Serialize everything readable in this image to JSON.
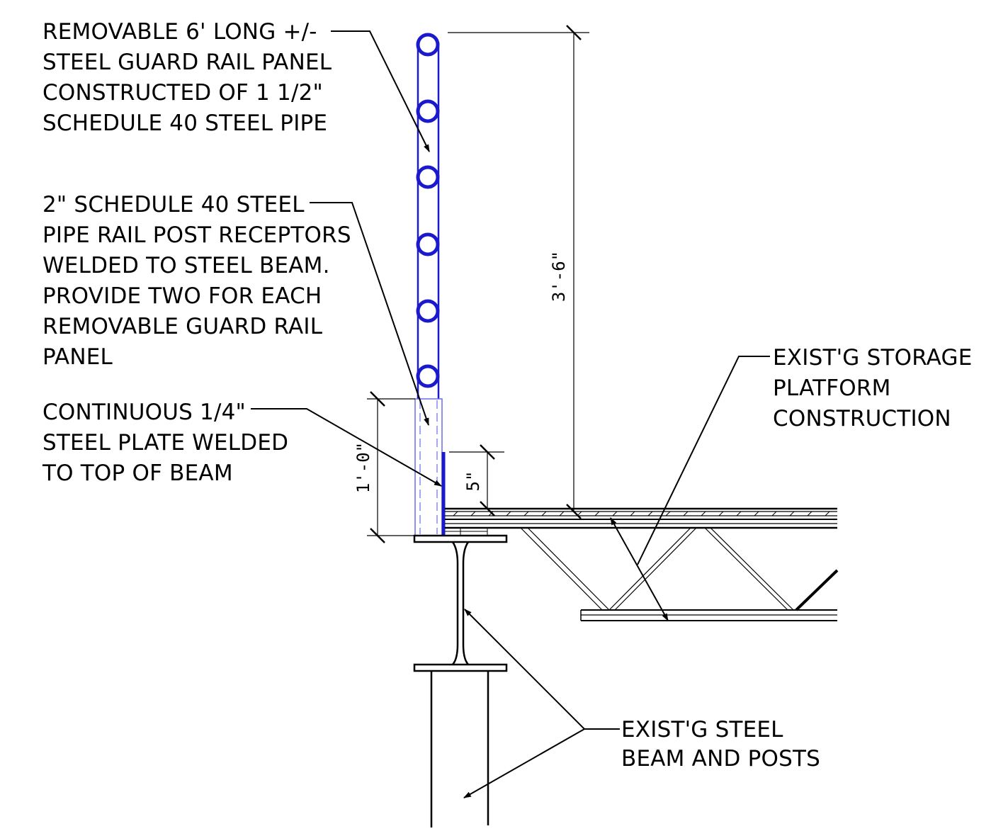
{
  "notes": {
    "guard_rail": [
      "REMOVABLE 6' LONG +/-",
      "STEEL GUARD RAIL PANEL",
      "CONSTRUCTED OF 1 1/2\"",
      "SCHEDULE 40 STEEL PIPE"
    ],
    "post_receptors": [
      "2\" SCHEDULE 40 STEEL",
      "PIPE RAIL POST RECEPTORS",
      "WELDED TO STEEL BEAM.",
      "PROVIDE TWO FOR EACH",
      "REMOVABLE GUARD RAIL",
      "PANEL"
    ],
    "steel_plate": [
      "CONTINUOUS 1/4\"",
      "STEEL PLATE WELDED",
      "TO TOP OF BEAM"
    ],
    "platform": [
      "EXIST'G STORAGE",
      "PLATFORM",
      "CONSTRUCTION"
    ],
    "beam_posts": [
      "EXIST'G STEEL",
      "BEAM AND POSTS"
    ]
  },
  "dimensions": {
    "rail_height": "3'-6\"",
    "receptor_height": "1'-0\"",
    "plate_height": "5\""
  },
  "colors": {
    "line": "#000000",
    "rail": "#1a1acc",
    "receptor": "#6a6af0"
  }
}
